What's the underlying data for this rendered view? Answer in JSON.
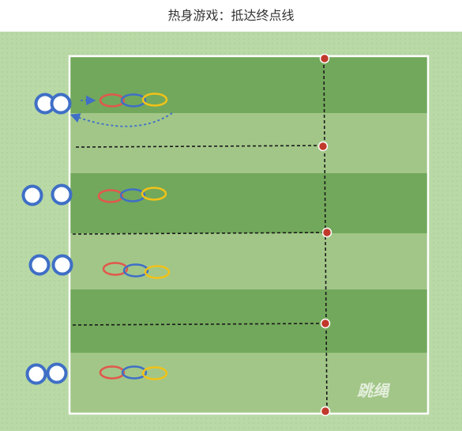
{
  "title": "热身游戏：抵达终点线",
  "watermark": "跳绳",
  "colors": {
    "background": "#b9d9a6",
    "stripe_dark": "#72a85b",
    "stripe_light": "#a2c688",
    "field_border": "#ffffff",
    "player_ring": "#3f6fc6",
    "hoop_red": "#e2574c",
    "hoop_blue": "#3f6fc6",
    "hoop_yellow": "#f2c218",
    "cone": "#c0392b",
    "dashed_line": "#1a1a1a",
    "arrow": "#3f6fc6"
  },
  "icons": [
    "player-icon",
    "hoop-icon",
    "cone-icon",
    "finish-line",
    "run-path-arrow"
  ]
}
